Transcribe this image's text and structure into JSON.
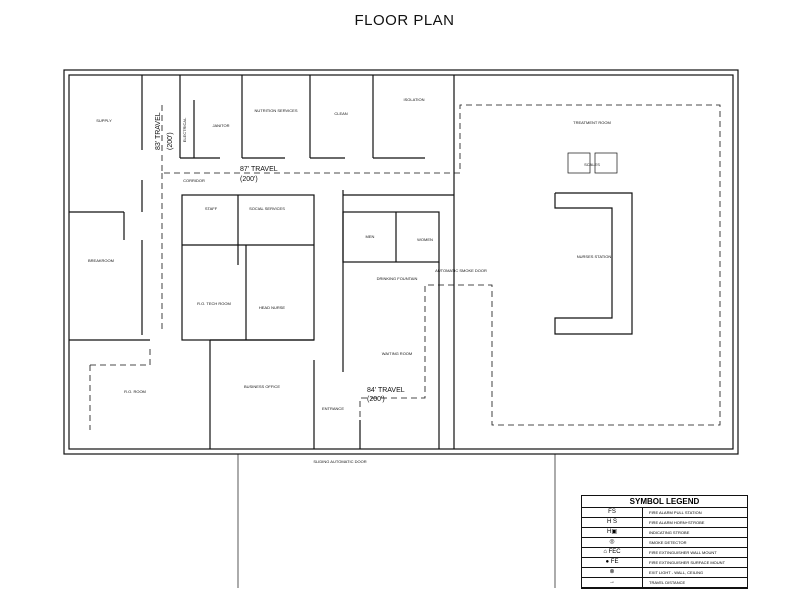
{
  "title": "FLOOR PLAN",
  "rooms": {
    "supply": "SUPPLY",
    "electrical": "ELECTRICAL",
    "janitor": "JANITOR",
    "nutrition": "NUTRITION SERVICES",
    "clean": "CLEAN",
    "isolation": "ISOLATION",
    "treatment": "TREATMENT ROOM",
    "scales": "SCALES",
    "nurses_station": "NURSES STATION",
    "corridor": "CORRIDOR",
    "staff": "STAFF",
    "social": "SOCIAL SERVICES",
    "men": "MEN",
    "women": "WOMEN",
    "fountain": "DRINKING FOUNTAIN",
    "auto_door": "AUTOMATIC SMOKE DOOR",
    "breakroom": "BREAKROOM",
    "ro_tech": "R.O. TECH ROOM",
    "head_nurse": "HEAD NURSE",
    "waiting": "WAITING ROOM",
    "ro_room": "R.O. ROOM",
    "business": "BUSINESS OFFICE",
    "entrance": "ENTRANCE",
    "sliding_door": "SLIDING AUTOMATIC DOOR"
  },
  "travel": [
    {
      "dist": "83' TRAVEL",
      "max": "(200')"
    },
    {
      "dist": "87' TRAVEL",
      "max": "(200')"
    },
    {
      "dist": "84' TRAVEL",
      "max": "(200')"
    }
  ],
  "legend": {
    "title": "SYMBOL LEGEND",
    "items": [
      {
        "symbol": "FS",
        "label": "FIRE ALARM PULL STATION"
      },
      {
        "symbol": "H S",
        "label": "FIRE ALARM HORN+STROBE"
      },
      {
        "symbol": "H▣",
        "label": "INDICATING STROBE"
      },
      {
        "symbol": "◎",
        "label": "SMOKE DETECTOR"
      },
      {
        "symbol": "⌂ FEC",
        "label": "FIRE EXTINGUISHER WALL MOUNT"
      },
      {
        "symbol": "● FE",
        "label": "FIRE EXTINGUISHER SURFACE MOUNT"
      },
      {
        "symbol": "⊗",
        "label": "EXIT LIGHT - WALL, CEILING"
      },
      {
        "symbol": "→",
        "label": "TRAVEL DISTANCE"
      }
    ]
  }
}
